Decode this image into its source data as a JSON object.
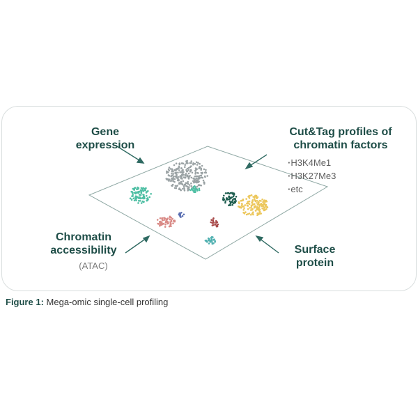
{
  "labels": {
    "gene_expression": "Gene expression",
    "cut_tag": "Cut&Tag profiles of chromatin factors",
    "chromatin_accessibility": "Chromatin accessibility",
    "atac": "(ATAC)",
    "surface_protein": "Surface protein"
  },
  "chromatin_factors": [
    "H3K4Me1",
    "H3K27Me3",
    "etc"
  ],
  "caption": {
    "head": "Figure 1:",
    "text": "Mega-omic single-cell profiling"
  },
  "colors": {
    "accent": "#1e4d47",
    "cluster_grey": "#9aa2a4",
    "cluster_teal": "#4fbfa4",
    "cluster_dark_green": "#1f5e50",
    "cluster_yellow": "#ecc75c",
    "cluster_pink": "#d98a86",
    "cluster_blue": "#5a6fb2",
    "cluster_red": "#a84a4a",
    "cluster_cyan": "#4fb0b0"
  }
}
